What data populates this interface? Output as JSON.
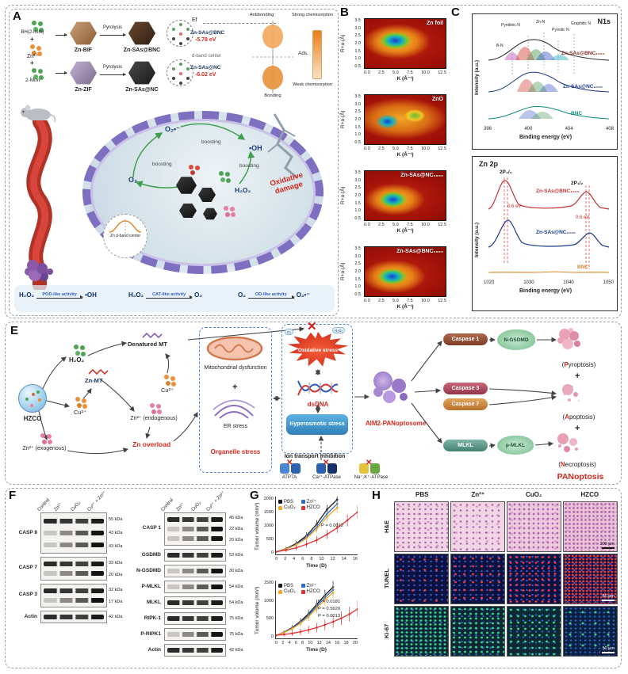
{
  "panelA": {
    "label": "A",
    "synthesis": {
      "precursor_top": "BH(2-mim)",
      "plus1": "+",
      "zn_ion": "Zn²⁺",
      "plus2": "+",
      "precursor_bottom": "2-Mim",
      "mof_top": "Zn-BIF",
      "pyrolysis": "Pyrolysis",
      "product_top": "Zn-SAs@BNC",
      "mof_bottom": "Zn-ZIF",
      "product_bottom": "Zn-SAs@NC"
    },
    "dband": {
      "ef": "Ef",
      "sample1": "Zn-SAs@BNC",
      "energy1": "-5.78 eV",
      "center": "d-band center",
      "sample2": "Zn-SAs@NC",
      "energy2": "-6.02 eV",
      "antibonding": "Antibonding",
      "bonding": "Bonding",
      "ads": "Ads.",
      "strong": "Strong chemisorption",
      "weak": "Weak chemisorption"
    },
    "cell": {
      "superoxide": "O₂•⁻",
      "hydroxyl": "•OH",
      "boosting": "boosting",
      "oxygen": "O₂",
      "peroxide": "H₂O₂",
      "damage": "Oxidative damage",
      "inset_label": "Zn d-band center"
    },
    "reactions": [
      {
        "from": "H₂O₂",
        "via": "POD-like activity",
        "to": "•OH"
      },
      {
        "from": "H₂O₂",
        "via": "CAT-like activity",
        "to": "O₂"
      },
      {
        "from": "O₂",
        "via": "OD-like activity",
        "to": "O₂•⁻"
      }
    ]
  },
  "panelB": {
    "label": "B",
    "ylabel": "R+a (Å)",
    "xlabel": "K (Å⁻¹)",
    "yticks": [
      "3.5",
      "3.0",
      "2.5",
      "2.0",
      "1.5",
      "1.0",
      "0.5"
    ],
    "xticks": [
      "0.0",
      "2.5",
      "5.0",
      "7.5",
      "10.0",
      "12.5"
    ],
    "maps": [
      {
        "title": "Zn foil"
      },
      {
        "title": "ZnO"
      },
      {
        "title": "Zn-SAs@NC₁₀₀₀"
      },
      {
        "title": "Zn-SAs@BNC₁₀₀₀"
      }
    ]
  },
  "panelC": {
    "label": "C",
    "n1s": {
      "title": "N1s",
      "peaks": [
        "B-N",
        "Pyridinic N",
        "Zn-N",
        "Pyrrolic N",
        "Graphitic N"
      ],
      "curve1": "Zn-SAs@BNC₁₀₀₀",
      "curve2": "Zn-SAs@NC₁₀₀₀",
      "curve3": "BNC",
      "ylabel": "Intensity (a.u.)",
      "xlabel": "Binding energy (eV)",
      "xticks": [
        "396",
        "400",
        "404",
        "408"
      ]
    },
    "zn2p": {
      "title": "Zn 2p",
      "peak_left": "2P₃/₂",
      "peak_right": "2P₁/₂",
      "shift_left": "0.6 eV",
      "shift_right": "0.6 eV",
      "curve1": "Zn-SAs@BNC₁₀₀₀",
      "curve2": "Zn-SAs@NC₁₀₀₀",
      "curve3": "BNC",
      "ylabel": "Intensity (a.u.)",
      "xlabel": "Binding energy (eV)",
      "xticks": [
        "1020",
        "1030",
        "1040",
        "1050"
      ]
    }
  },
  "panelE": {
    "label": "E",
    "hzco": "HZCO",
    "h2o2": "H₂O₂",
    "znmt": "Zn-MT",
    "cu_left": "Cu²⁺",
    "denatured_mt": "Denatured MT",
    "cu_right": "Cu²⁺",
    "zn_endo": "Zn²⁺ (endogenous)",
    "zn_exo": "Zn²⁺ (exogenous)",
    "zn_overload": "Zn overload",
    "mito": "Mitochondrial dysfunction",
    "plus": "+",
    "er": "ER stress",
    "organelle": "Organelle stress",
    "oxidative": "Oxidative stress",
    "o2_bub": "O₂",
    "h2o2_bub": "H₂O₂",
    "dsdna": "dsDNA",
    "hyperosmotic": "Hyperosmotic stress",
    "ion": "Ion transport inhibition",
    "atp7a": "ATP7A",
    "ca_atpase": "Ca²⁺-ATPase",
    "nak_atpase": "Na⁺,K⁺-ATPase",
    "aim2": "AIM2-PANoptosome",
    "casp1": "Caspase 1",
    "ngsdmd": "N-GSDMD",
    "casp3": "Caspase 3",
    "casp7": "Caspase 7",
    "mlkl": "MLKL",
    "pmlkl": "p-MLKL",
    "pyro_pre": "(",
    "pyro_head": "P",
    "pyro_tail": "yroptosis)",
    "apo_pre": "(",
    "apo_head": "A",
    "apo_tail": "poptosis)",
    "necro_pre": "(",
    "necro_head": "N",
    "necro_tail": "ecroptosis)",
    "panoptosis": "PANoptosis",
    "x_mark": "✕"
  },
  "panelF": {
    "label": "F",
    "lanes": [
      "Control",
      "Zn²⁺",
      "CuO₂",
      "Cu²⁺ + Zn²⁺"
    ],
    "left": [
      {
        "protein": "CASP 8",
        "markers": [
          "55 kDa",
          "43 kDa",
          "43 kDa"
        ]
      },
      {
        "protein": "CASP 7",
        "markers": [
          "33 kDa",
          "20 kDa"
        ]
      },
      {
        "protein": "CASP 3",
        "markers": [
          "32 kDa",
          "17 kDa"
        ]
      },
      {
        "protein": "Actin",
        "markers": [
          "42 kDa"
        ]
      }
    ],
    "right": [
      {
        "protein": "CASP 1",
        "markers": [
          "45 kDa",
          "22 kDa",
          "20 kDa"
        ]
      },
      {
        "protein": "GSDMD",
        "markers": [
          "53 kDa"
        ]
      },
      {
        "protein": "N-GSDMD",
        "markers": [
          "30 kDa"
        ]
      },
      {
        "protein": "P-MLKL",
        "markers": [
          "54 kDa"
        ]
      },
      {
        "protein": "MLKL",
        "markers": [
          "54 kDa"
        ]
      },
      {
        "protein": "RIPK-1",
        "markers": [
          "75 kDa"
        ]
      },
      {
        "protein": "P-RIPK1",
        "markers": [
          "75 kDa"
        ]
      },
      {
        "protein": "Actin",
        "markers": [
          "42 kDa"
        ]
      }
    ]
  },
  "panelG": {
    "label": "G",
    "charts": [
      {
        "ylabel": "Tumor volume (mm³)",
        "xlabel": "Time (D)",
        "yticks": [
          "2000",
          "1500",
          "1000",
          "500",
          "0"
        ],
        "xticks": [
          "0",
          "2",
          "4",
          "6",
          "8",
          "10",
          "12",
          "14",
          "16"
        ],
        "legend": [
          "PBS",
          "Zn²⁺",
          "CuO₂",
          "HZCO"
        ],
        "annotations": [
          "P = 0.0012"
        ]
      },
      {
        "ylabel": "Tumor volume (mm³)",
        "xlabel": "Time (D)",
        "yticks": [
          "1500",
          "1000",
          "500",
          "0"
        ],
        "xticks": [
          "0",
          "2",
          "4",
          "6",
          "8",
          "10",
          "12",
          "14",
          "16",
          "18",
          "20"
        ],
        "legend": [
          "PBS",
          "Zn²⁺",
          "CuO₂",
          "HZCO"
        ],
        "annotations": [
          "P = 0.0181",
          "P = 0.5620",
          "P = 0.0013"
        ]
      }
    ]
  },
  "panelH": {
    "label": "H",
    "columns": [
      "PBS",
      "Zn²⁺",
      "CuO₂",
      "HZCO"
    ],
    "rows": [
      "H&E",
      "TUNEL",
      "Ki-67"
    ],
    "scalebars": [
      "100 μm",
      "50 μm",
      "50 μm"
    ]
  },
  "chart_data": [
    {
      "type": "line",
      "xlabel": "Time (D)",
      "ylabel": "Tumor volume (mm³)",
      "xlim": [
        0,
        16
      ],
      "ylim": [
        0,
        2000
      ],
      "x": [
        0,
        2,
        4,
        6,
        8,
        10,
        12,
        14,
        16
      ],
      "series": [
        {
          "name": "PBS",
          "color": "#1a1a1a",
          "values": [
            90,
            200,
            380,
            650,
            1050,
            1550,
            1900,
            null,
            null
          ]
        },
        {
          "name": "Zn²⁺",
          "color": "#2a6bd4",
          "values": [
            90,
            190,
            350,
            600,
            950,
            1400,
            1750,
            null,
            null
          ]
        },
        {
          "name": "CuO₂",
          "color": "#f5a623",
          "values": [
            90,
            180,
            330,
            560,
            880,
            1300,
            1620,
            null,
            null
          ]
        },
        {
          "name": "HZCO",
          "color": "#e03030",
          "values": [
            90,
            150,
            230,
            350,
            500,
            690,
            920,
            1180,
            1470
          ]
        }
      ],
      "annotations": [
        "P = 0.0012"
      ],
      "legend_position": "top-left",
      "grid": false
    },
    {
      "type": "line",
      "xlabel": "Time (D)",
      "ylabel": "Tumor volume (mm³)",
      "xlim": [
        0,
        20
      ],
      "ylim": [
        0,
        1500
      ],
      "x": [
        0,
        2,
        4,
        6,
        8,
        10,
        12,
        14,
        16,
        18,
        20
      ],
      "series": [
        {
          "name": "PBS",
          "color": "#1a1a1a",
          "values": [
            80,
            160,
            280,
            440,
            640,
            880,
            1120,
            1330,
            null,
            null,
            null
          ]
        },
        {
          "name": "Zn²⁺",
          "color": "#2a6bd4",
          "values": [
            80,
            155,
            265,
            415,
            600,
            830,
            1060,
            1260,
            null,
            null,
            null
          ]
        },
        {
          "name": "CuO₂",
          "color": "#f5a623",
          "values": [
            80,
            150,
            250,
            390,
            560,
            780,
            1000,
            1190,
            null,
            null,
            null
          ]
        },
        {
          "name": "HZCO",
          "color": "#e03030",
          "values": [
            80,
            100,
            130,
            170,
            220,
            280,
            350,
            430,
            520,
            630,
            760
          ]
        }
      ],
      "annotations": [
        "P = 0.0181",
        "P = 0.5620",
        "P = 0.0013"
      ],
      "legend_position": "top-left",
      "grid": false
    }
  ]
}
